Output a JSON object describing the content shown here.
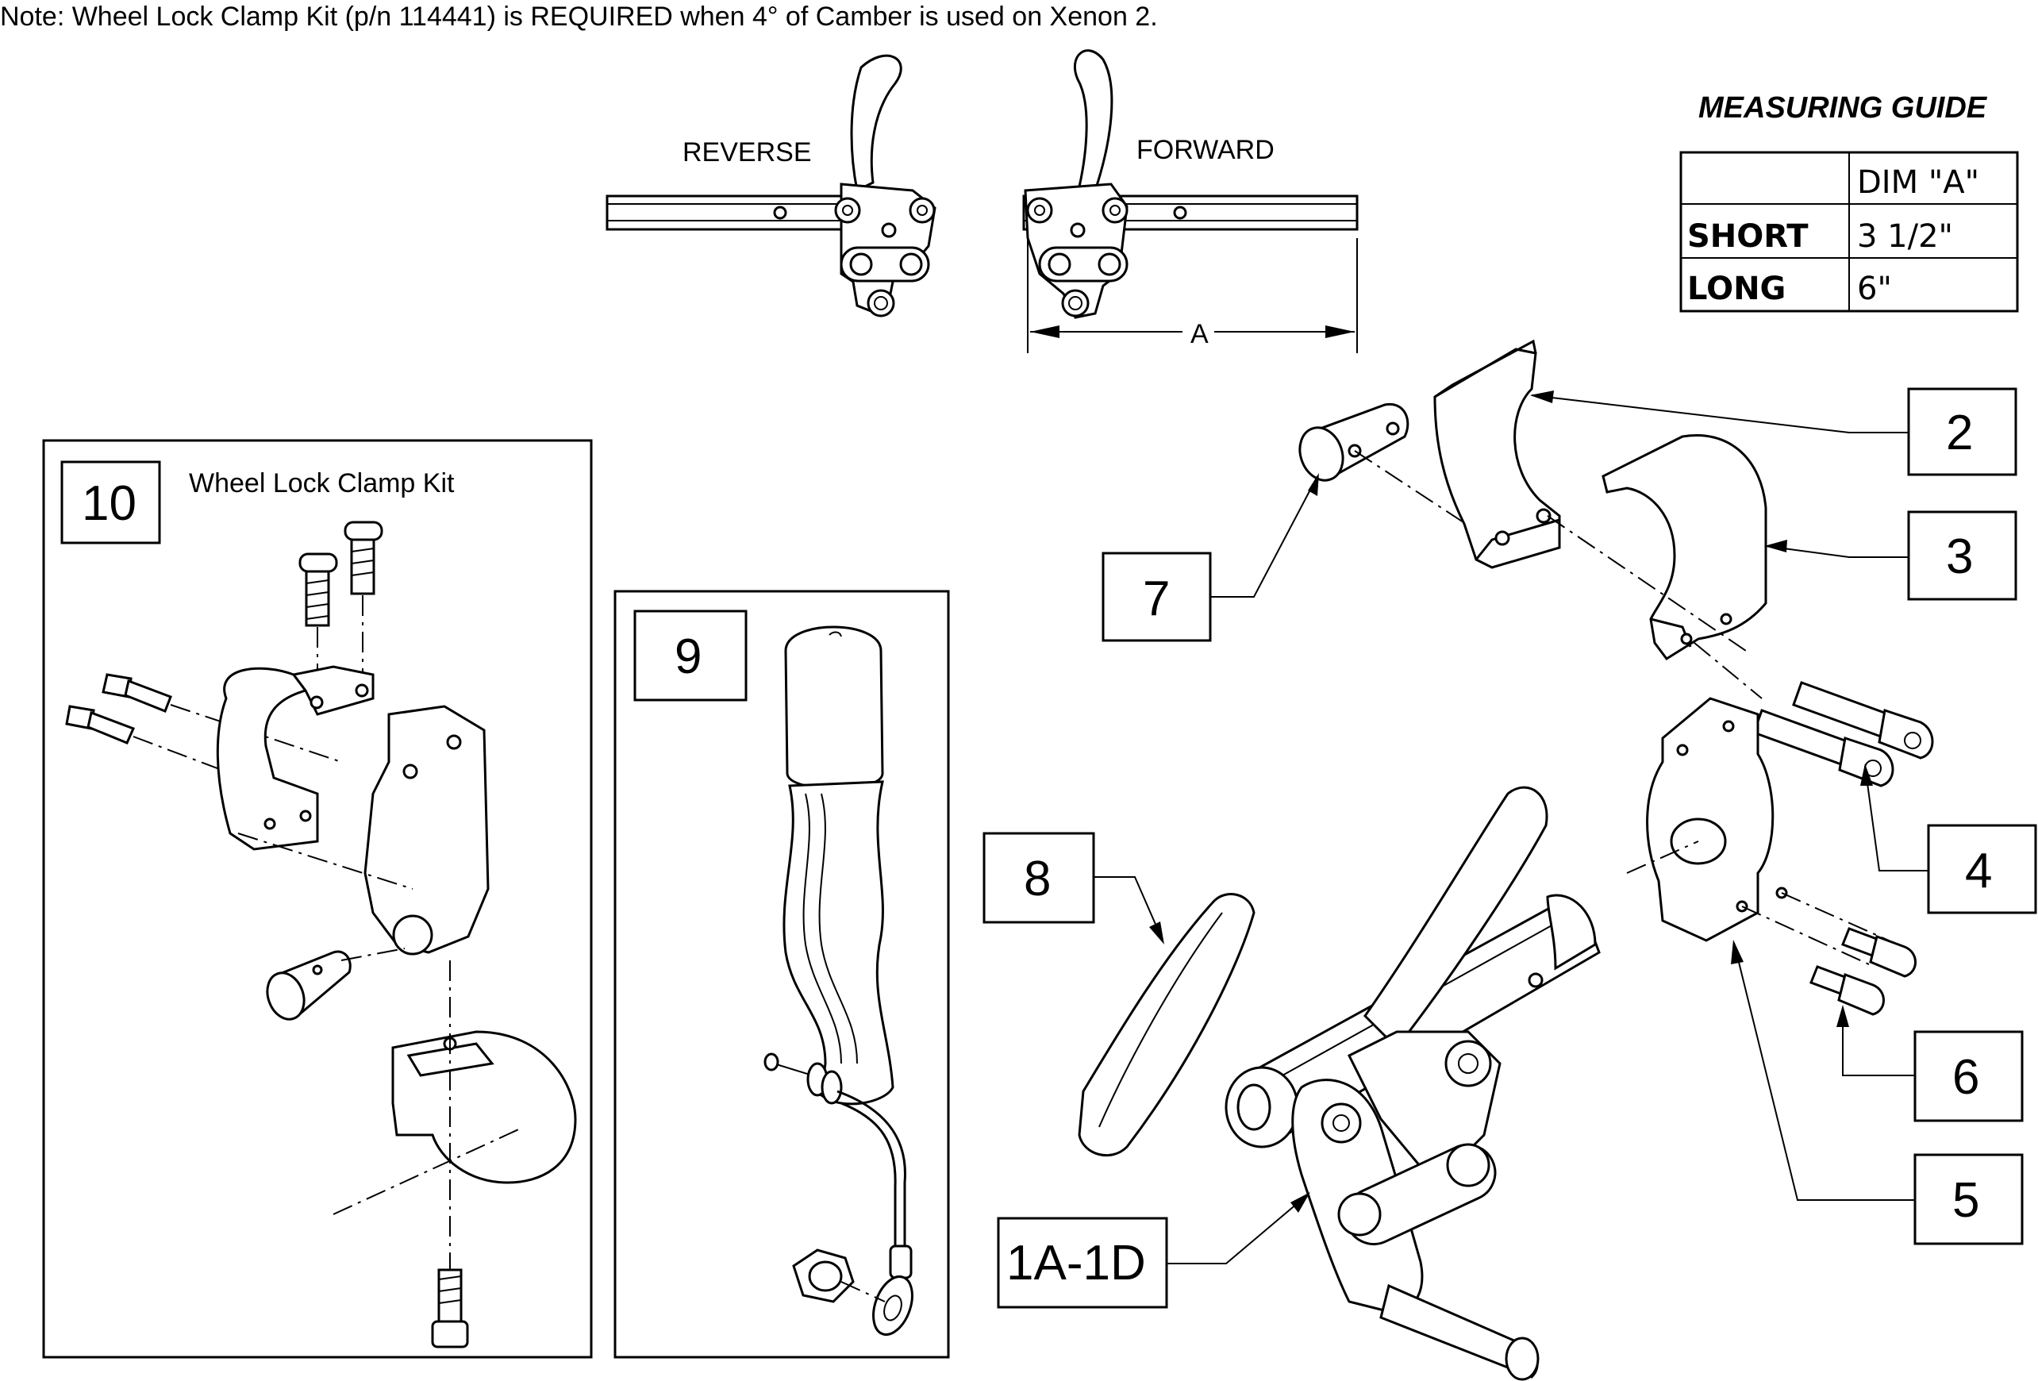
{
  "note": "Note: Wheel Lock Clamp Kit (p/n 114441) is REQUIRED when 4° of Camber is used on Xenon 2.",
  "views": {
    "reverse": "REVERSE",
    "forward": "FORWARD",
    "dimension": "A"
  },
  "measuring_guide": {
    "title": "MEASURING GUIDE",
    "header": [
      "",
      "DIM \"A\""
    ],
    "rows": [
      {
        "size": "SHORT",
        "dim": "3 1/2\""
      },
      {
        "size": "LONG",
        "dim": "6\""
      }
    ]
  },
  "kit_box": {
    "number": "10",
    "title": "Wheel Lock Clamp Kit"
  },
  "callouts": {
    "c9": "9",
    "c8": "8",
    "c7": "7",
    "c2": "2",
    "c3": "3",
    "c4": "4",
    "c6": "6",
    "c5": "5",
    "c1": "1A-1D"
  }
}
